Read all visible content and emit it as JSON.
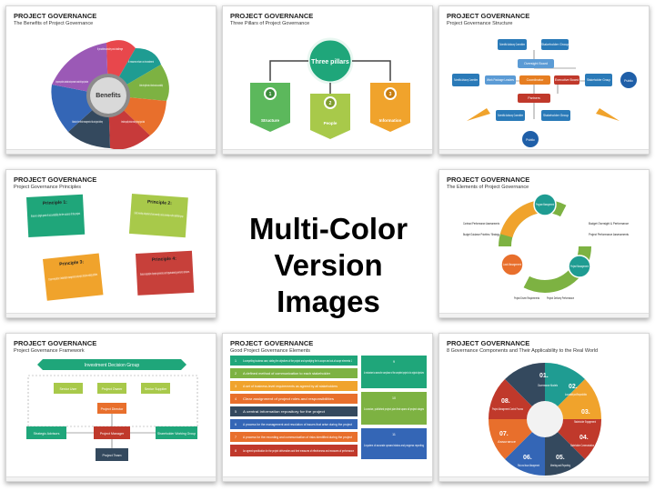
{
  "center": {
    "line1": "Multi-Color",
    "line2": "Version Images"
  },
  "slides": [
    {
      "title": "PROJECT GOVERNANCE",
      "subtitle": "The Benefits of Project Governance",
      "hub": "Benefits",
      "petals": [
        "It provides scrutiny and challenge",
        "It ensures return on investment",
        "It offers the right levels of direction and accountability",
        "It enables quality decision making through good data",
        "It allows for the effective management of risk and project delivery",
        "It proposes policies, standards and processes to assist with good practices"
      ]
    },
    {
      "title": "PROJECT GOVERNANCE",
      "subtitle": "Three Pillars of Project Governance",
      "hub": "Three pillars",
      "pillars": [
        {
          "num": "1",
          "label": "Structure"
        },
        {
          "num": "2",
          "label": "People"
        },
        {
          "num": "3",
          "label": "Information"
        }
      ]
    },
    {
      "title": "PROJECT GOVERNANCE",
      "subtitle": "Project Governance Structure",
      "boxes": {
        "top_a": "Scientific Advisory Committee",
        "top_b": "Stakeholder Group",
        "oversight": "Oversight Board",
        "left_a": "Scientific Advisory Committee",
        "left_b": "Work Package Leaders",
        "center": "Coordinator",
        "exec": "Executive Board",
        "right_a": "Stakeholder Group",
        "right_b": "Public",
        "partners": "Partners",
        "bottom_a": "Scientific Advisory Committee",
        "bottom_b": "Stakeholder Group",
        "bottom_c": "Public"
      }
    },
    {
      "title": "PROJECT GOVERNANCE",
      "subtitle": "Project Governance Principles",
      "notes": [
        {
          "title": "Principle 1:",
          "text": "Ensure a single point of accountability for the success of the project"
        },
        {
          "title": "Principle 2:",
          "text": "Clarify ownership, independent of asset ownership, service ownership or other stakeholder group"
        },
        {
          "title": "Principle 3:",
          "text": "Ensure separation of stakeholder management and project decision making activities"
        },
        {
          "title": "Principle 4:",
          "text": "Ensure separation of project governance and organizational governance structures"
        }
      ]
    },
    {
      "title": "PROJECT GOVERNANCE",
      "subtitle": "The Elements of Project Governance",
      "cycle": [
        "Program Management",
        "Project Management",
        "Lack Management"
      ],
      "labels": {
        "tl1": "Contract Performance Assessments",
        "tl2": "Budget Guidance Priorities / Strategy",
        "tr1": "Budget Oversight & Performance",
        "tr2": "Project Performance Assessments",
        "b1": "Project Driven Requirements",
        "b2": "Project Delivery Performance"
      }
    },
    {
      "title": "PROJECT GOVERNANCE",
      "subtitle": "Project Governance Framework",
      "top": "Investment Decision Group",
      "row1": [
        "Senior User",
        "Project Owner",
        "Senior Supplier"
      ],
      "director": "Project Director",
      "left": "Strategic Advisors",
      "manager": "Project Manager",
      "right": "Shareholder Working Group",
      "team": "Project Team"
    },
    {
      "title": "PROJECT GOVERNANCE",
      "subtitle": "Good Project Governance Elements",
      "items": [
        {
          "n": "1",
          "text": "A compelling business case, stating the objectives of the project and specifying the in-scope and out-of-scope elements 1"
        },
        {
          "n": "2",
          "text": "A defined method of communication to each stakeholder"
        },
        {
          "n": "3",
          "text": "A set of business-level requirements as agreed by all stakeholders"
        },
        {
          "n": "4",
          "text": "Clear assignment of project roles and responsibilities"
        },
        {
          "n": "5",
          "text": "A central information repository for the project"
        },
        {
          "n": "6",
          "text": "A process for the management and resolution of issues that arise during the project"
        },
        {
          "n": "7",
          "text": "A process for the recording and communication of risks identified during the project"
        },
        {
          "n": "8",
          "text": "An agreed specification for the project deliverables and their measures of effectiveness and measures of performance"
        }
      ],
      "right_items": [
        {
          "n": "9",
          "text": "A mechanism to assess the compliance of the completed project to its original objectives"
        },
        {
          "n": "10",
          "text": "A concise, published project plan that spans all project stages"
        },
        {
          "n": "11",
          "text": "A system of accurate upward status and progress reporting"
        }
      ]
    },
    {
      "title": "PROJECT GOVERNANCE",
      "subtitle": "8 Governance Components and Their Applicability to the Real World",
      "segments": [
        {
          "n": "01.",
          "label": "Governance Models"
        },
        {
          "n": "02.",
          "label": "Accountability and Responsibilities"
        },
        {
          "n": "03.",
          "label": "Stakeholder Engagement"
        },
        {
          "n": "04.",
          "label": "Stakeholder Communication"
        },
        {
          "n": "05.",
          "label": "Meeting and Reporting"
        },
        {
          "n": "06.",
          "label": "Risk and Issue Management"
        },
        {
          "n": "07.",
          "label": "Assurance"
        },
        {
          "n": "08.",
          "label": "Project Management Control Process"
        }
      ]
    }
  ]
}
